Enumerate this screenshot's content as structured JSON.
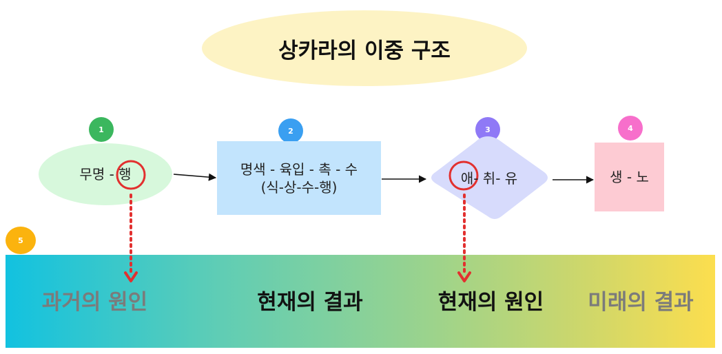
{
  "title": "상카라의 이중 구조",
  "badges": [
    {
      "label": "1",
      "color": "#3bb75e"
    },
    {
      "label": "2",
      "color": "#3a9ff1"
    },
    {
      "label": "3",
      "color": "#8f79f6"
    },
    {
      "label": "4",
      "color": "#f76fcb"
    },
    {
      "label": "5",
      "color": "#fbb30e"
    }
  ],
  "nodes": {
    "node1": {
      "prefix": "무명 - ",
      "highlight": "행"
    },
    "node2": {
      "line1": "명색 - 육입 - 촉 - 수",
      "line2": "(식-상-수-행)"
    },
    "node3": {
      "highlight": "애",
      "rest": "- 취- 유"
    },
    "node4": {
      "text": "생 - 노"
    }
  },
  "band": {
    "labels": [
      {
        "text": "과거의 원인"
      },
      {
        "text": "현재의 결과"
      },
      {
        "text": "현재의 원인"
      },
      {
        "text": "미래의 결과"
      }
    ]
  },
  "colors": {
    "title_bg": "#fdf3c4",
    "highlight_circle": "#e2302f",
    "dotted_arrow": "#e2302f",
    "arrow": "#111111"
  }
}
